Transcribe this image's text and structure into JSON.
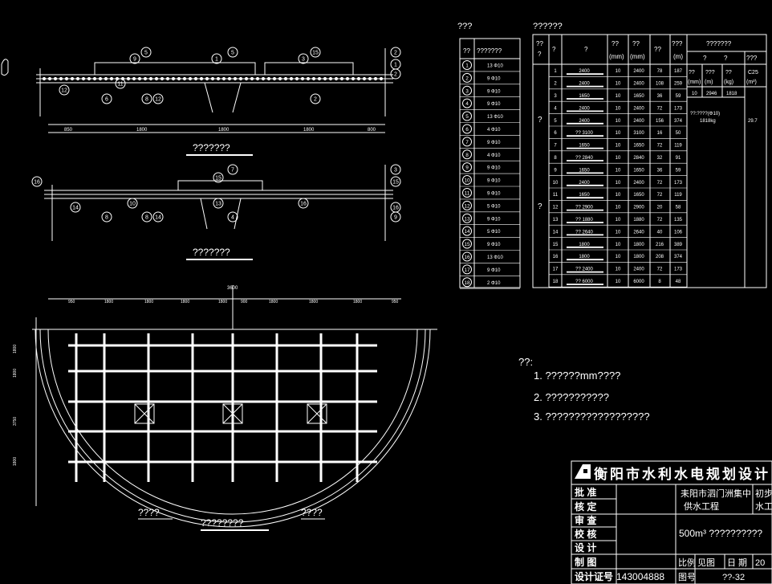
{
  "colors": {
    "background": "#000000",
    "lines": "#ffffff",
    "accent": "#ffffff"
  },
  "section_drawings": {
    "top_dims": [
      "850",
      "1800",
      "1800",
      "1800",
      "800"
    ],
    "top_caption": "???????",
    "bottom_caption": "???????",
    "top_callouts": [
      "9",
      "5",
      "1",
      "5",
      "3",
      "15",
      "2",
      "1",
      "2",
      "11",
      "12",
      "6",
      "8",
      "12",
      "2"
    ],
    "bottom_callouts": [
      "16",
      "7",
      "15",
      "3",
      "15",
      "16",
      "14",
      "8",
      "10",
      "8",
      "14",
      "13",
      "4",
      "16",
      "9"
    ]
  },
  "plan_drawing": {
    "top_dim": "3600",
    "top_dims": [
      "950",
      "1800",
      "1800",
      "1800",
      "1800",
      "900",
      "1800",
      "1800",
      "1800",
      "950"
    ],
    "left_dims": [
      "3750",
      "1800",
      "1800",
      "1800"
    ],
    "label_left": "????",
    "label_right": "????",
    "caption": "????????"
  },
  "rebar_table": {
    "title": "???",
    "header": [
      "??",
      "???????"
    ],
    "rows": [
      [
        "1",
        "13 Φ10"
      ],
      [
        "2",
        "9 Φ10"
      ],
      [
        "3",
        "9 Φ10"
      ],
      [
        "4",
        "9 Φ10"
      ],
      [
        "5",
        "13 Φ10"
      ],
      [
        "6",
        "4 Φ10"
      ],
      [
        "7",
        "9 Φ10"
      ],
      [
        "8",
        "4 Φ10"
      ],
      [
        "9",
        "9 Φ10"
      ],
      [
        "10",
        "9 Φ10"
      ],
      [
        "11",
        "9 Φ10"
      ],
      [
        "12",
        "5 Φ10"
      ],
      [
        "13",
        "9 Φ10"
      ],
      [
        "14",
        "5 Φ10"
      ],
      [
        "15",
        "9 Φ10"
      ],
      [
        "16",
        "13 Φ10"
      ],
      [
        "17",
        "9 Φ10"
      ],
      [
        "18",
        "2 Φ10"
      ]
    ]
  },
  "schedule_table": {
    "title": "??????",
    "header": [
      "??",
      "?",
      "?",
      "??",
      "??",
      "??",
      "???",
      "???????"
    ],
    "sub_header": [
      "?",
      "?",
      "???"
    ],
    "units": [
      "(mm)",
      "(mm)",
      "(m)"
    ],
    "group_labels": [
      "?",
      "?"
    ],
    "rows": [
      [
        "1",
        "2400",
        "10",
        "2400",
        "78",
        "187"
      ],
      [
        "2",
        "2400",
        "10",
        "2400",
        "108",
        "259"
      ],
      [
        "3",
        "1650",
        "10",
        "1650",
        "36",
        "59"
      ],
      [
        "4",
        "2400",
        "10",
        "2400",
        "72",
        "173"
      ],
      [
        "5",
        "2400",
        "10",
        "2400",
        "156",
        "374"
      ],
      [
        "6",
        "?? 3100",
        "10",
        "3100",
        "16",
        "50"
      ],
      [
        "7",
        "1650",
        "10",
        "1650",
        "72",
        "119"
      ],
      [
        "8",
        "?? 2840",
        "10",
        "2840",
        "32",
        "91"
      ],
      [
        "9",
        "1650",
        "10",
        "1650",
        "36",
        "59"
      ],
      [
        "10",
        "2400",
        "10",
        "2400",
        "72",
        "173"
      ],
      [
        "11",
        "1650",
        "10",
        "1650",
        "72",
        "119"
      ],
      [
        "12",
        "?? 2900",
        "10",
        "2900",
        "20",
        "58"
      ],
      [
        "13",
        "?? 1880",
        "10",
        "1880",
        "72",
        "135"
      ],
      [
        "14",
        "?? 2640",
        "10",
        "2640",
        "40",
        "106"
      ],
      [
        "15",
        "1800",
        "10",
        "1800",
        "216",
        "389"
      ],
      [
        "16",
        "1800",
        "10",
        "1800",
        "208",
        "374"
      ],
      [
        "17",
        "?? 2400",
        "10",
        "2400",
        "72",
        "173"
      ],
      [
        "18",
        "?? 6000",
        "10",
        "6000",
        "8",
        "48"
      ]
    ],
    "summary_head": [
      "??",
      "???",
      "??",
      "C25"
    ],
    "summary_units": [
      "(mm)",
      "(m)",
      "(kg)",
      "(m³)"
    ],
    "summary_values": [
      "10",
      "2946",
      "1818"
    ],
    "summary_note_1": "??:????(Φ10)",
    "summary_note_2": "1818kg",
    "concrete": "29.7"
  },
  "notes": {
    "heading": "??:",
    "items": [
      "1. ??????mm????",
      "2. ???????????",
      "3. ??????????????????"
    ]
  },
  "title_block": {
    "company": "衡阳市水利水电规划设计",
    "roles": [
      "批 准",
      "核 定",
      "审 查",
      "校 核",
      "设 计",
      "制 图",
      "设计证号"
    ],
    "project_1": "耒阳市泗门洲集中",
    "project_2": "供水工程",
    "stage_1": "初步",
    "stage_2": "水工",
    "drawing_name": "500m³ ??????????",
    "scale_label": "比例",
    "scale_value": "见图",
    "date_label": "日 期",
    "date_value": "20",
    "cert_no": "143004888",
    "drawing_no_label": "图号",
    "drawing_no": "??-32"
  }
}
